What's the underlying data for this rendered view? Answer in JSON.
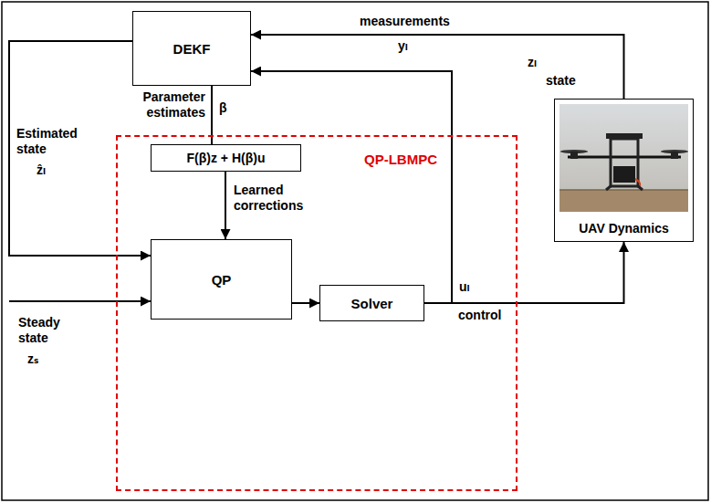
{
  "diagram": {
    "nodes": [
      {
        "text": [
          "DEKF"
        ]
      },
      {
        "text": [
          "QP-LBMPC"
        ]
      },
      {
        "text": [
          "F(β)z + H(β)u"
        ],
        "in": 1
      },
      {
        "text": [
          "QP"
        ],
        "in": 1
      },
      {
        "text": [
          "Solver"
        ],
        "in": 1
      },
      {
        "text": [
          "UAV Dynamics"
        ]
      }
    ],
    "edges": [
      {
        "from": 5,
        "to": 0,
        "arrow": "to"
      },
      {
        "from": 4,
        "to": 0,
        "arrow": "to"
      },
      {
        "from": 0,
        "to": 2,
        "arrow": "none"
      },
      {
        "from": 0,
        "to": 3,
        "arrow": "to"
      },
      {
        "from": 2,
        "to": 3,
        "arrow": "to"
      },
      {
        "from": 3,
        "to": 4,
        "arrow": "to"
      },
      {
        "from": 4,
        "to": 5,
        "arrow": "to"
      }
    ],
    "labels": [
      "measurements",
      "yₗ",
      "zₗ",
      "state",
      "Parameter estimates",
      "β",
      "Estimated state",
      "ẑₗ",
      "Learned corrections",
      "Steady state",
      "zₛ",
      "uₗ",
      "control"
    ]
  }
}
